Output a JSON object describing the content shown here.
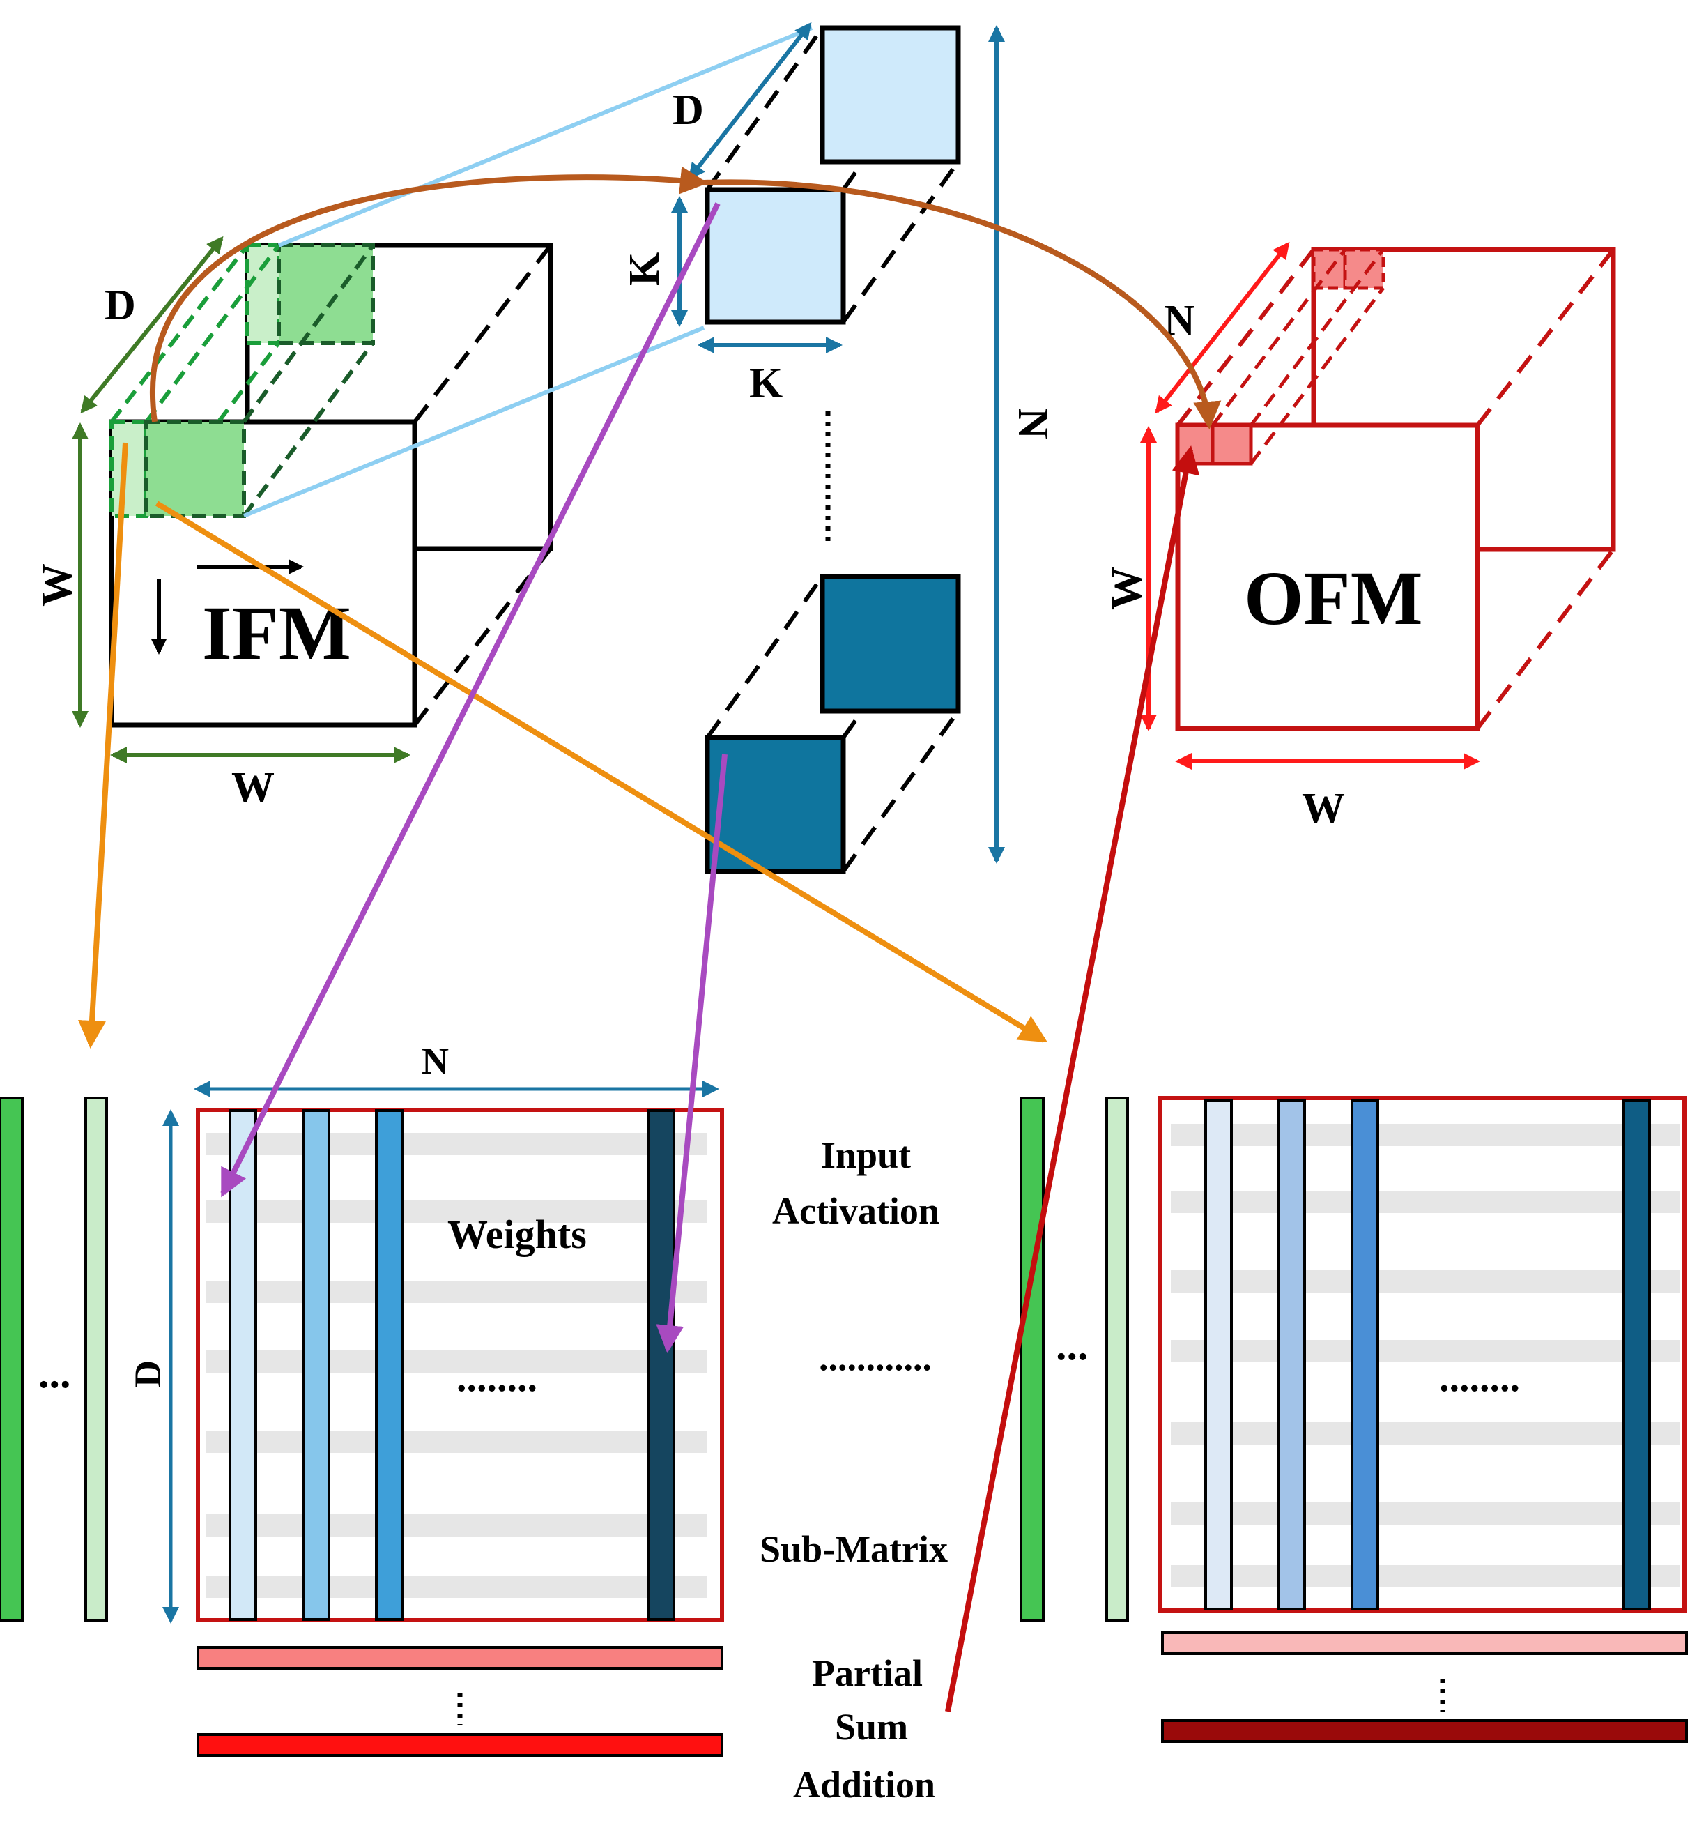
{
  "ifm": {
    "title": "IFM",
    "depth_label": "D",
    "height_label": "W",
    "width_label": "W",
    "colors": {
      "axis": "#3f7a26",
      "box": "#000000",
      "patch_dark": "#8edd92",
      "patch_light": "#c9efc9"
    }
  },
  "kernels": {
    "depth_label": "D",
    "height_label": "K",
    "width_label": "K",
    "count_label": "N",
    "colors": {
      "axis": "#1a75a3",
      "light": "#cfeafb",
      "dark": "#0f759e"
    }
  },
  "ofm": {
    "title": "OFM",
    "depth_label": "N",
    "height_label": "W",
    "width_label": "W",
    "colors": {
      "box": "#c41212",
      "patch": "#f58a8a"
    }
  },
  "matrix": {
    "weights_label": "Weights",
    "n_label": "N",
    "d_label": "D",
    "dots_label": "........",
    "colors": {
      "border": "#c41212",
      "rows": "#e6e6e6",
      "col1": "#d2e8f7",
      "col2": "#86c6eb",
      "col3": "#3e9fd9",
      "col4": "#15455f"
    }
  },
  "center_labels": {
    "input_activation": [
      "Input",
      "Activation"
    ],
    "dots_label": "............",
    "sub_matrix": "Sub-Matrix",
    "partial_sum": [
      "Partial",
      "Sum",
      "Addition"
    ]
  },
  "right_matrix": {
    "dots_label": "........",
    "colors": {
      "border": "#c41212",
      "col1": "#dde9f6",
      "col2": "#a2c3e8",
      "col3": "#4a8fd6",
      "col4": "#0f5d85"
    }
  },
  "psum_bars": {
    "left_colors": [
      "#f88080",
      "#ff1010"
    ],
    "right_colors": [
      "#f9b8b8",
      "#9a0a0a"
    ]
  },
  "input_vectors": {
    "ellipsis": "...",
    "colors": {
      "dark": "#45c553",
      "light": "#c9ecc9"
    }
  },
  "arrows": {
    "orange": "#ee8f10",
    "purple": "#a84ac0",
    "brown": "#b85a1e",
    "red": "#c40e0e",
    "light_blue": "#8ecff2"
  }
}
